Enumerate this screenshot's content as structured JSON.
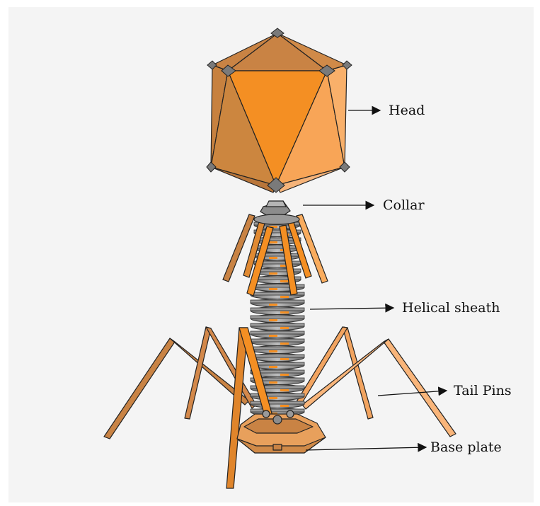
{
  "labels": {
    "head": "Head",
    "collar": "Collar",
    "helical_sheath": "Helical sheath",
    "tail_pins": "Tail Pins",
    "base_plate": "Base plate"
  },
  "colors": {
    "background": "#f4f4f4",
    "orange_main": "#f48f23",
    "orange_dark": "#c98344",
    "orange_light": "#f9ac5e",
    "grey_metal": "#8c8c8c",
    "outline": "#222222"
  }
}
